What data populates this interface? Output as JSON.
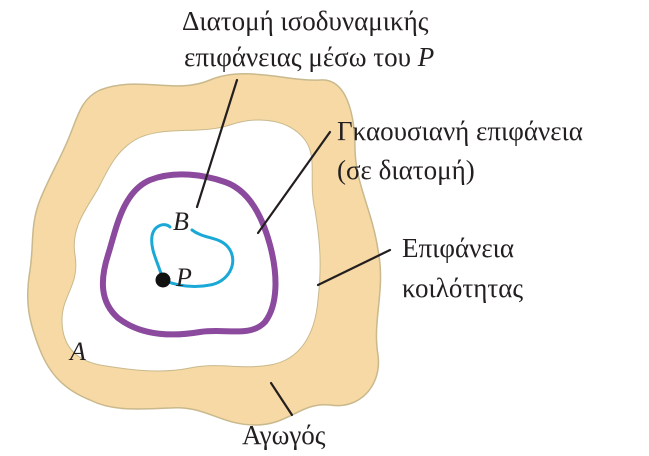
{
  "colors": {
    "conductor": "#f6d9a4",
    "conductor_edge": "#c9b98d",
    "cavity": "#ffffff",
    "gaussian_surface": "#8b4a9d",
    "equipotential": "#1aa9d6",
    "point": "#111111",
    "text": "#231f20"
  },
  "labels": {
    "equipotential_line1": "Διατομή ισοδυναμικής",
    "equipotential_line2_prefix": "επιφάνειας μέσω του ",
    "equipotential_line2_var": "P",
    "gaussian_line1": "Γκαουσιανή επιφάνεια",
    "gaussian_line2": "(σε διατομή)",
    "cavity_line1": "Επιφάνεια",
    "cavity_line2": "κοιλότητας",
    "conductor": "Αγωγός",
    "point_A": "A",
    "point_B": "B",
    "point_P": "P"
  }
}
